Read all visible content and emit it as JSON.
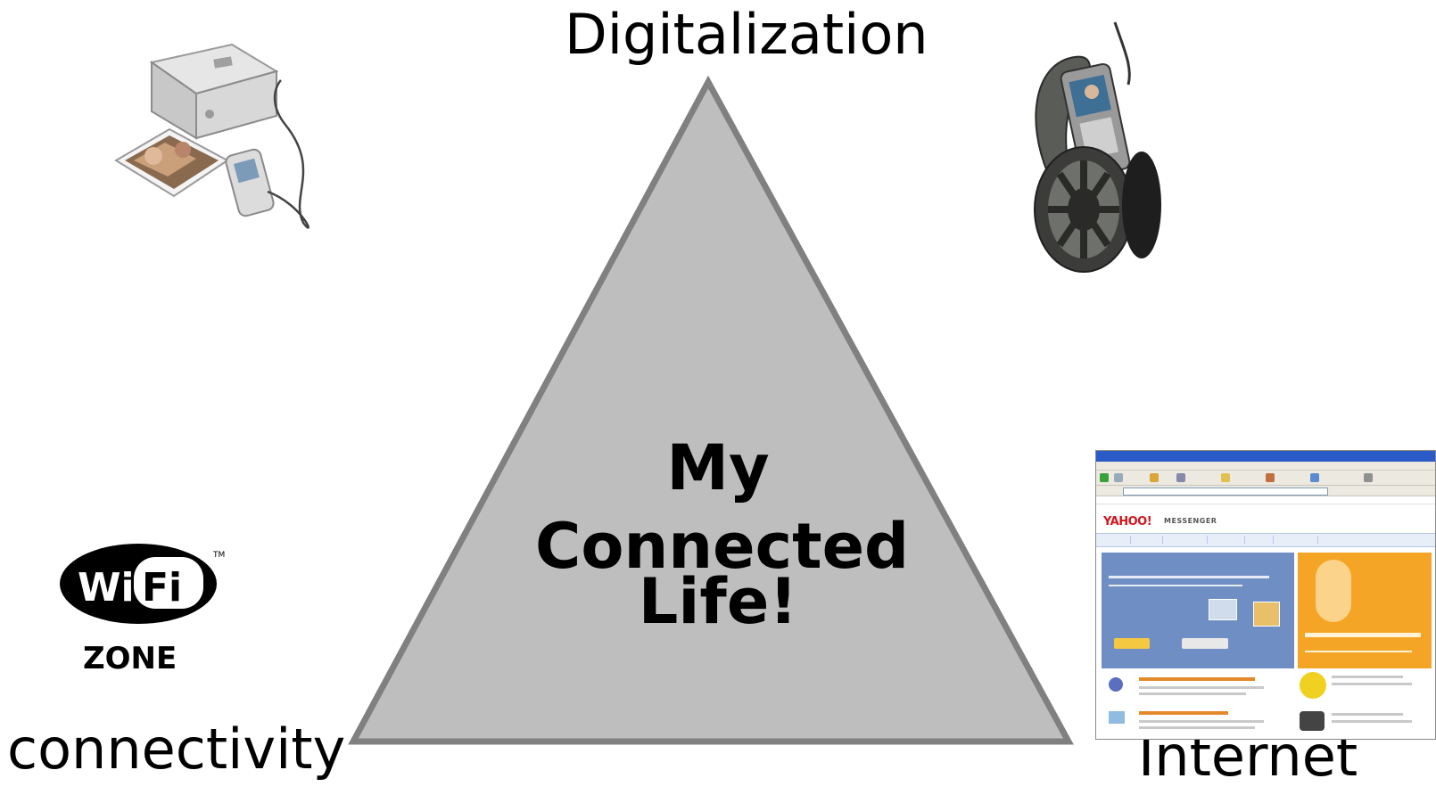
{
  "labels": {
    "top": "Digitalization",
    "left": "connectivity",
    "right": "Internet"
  },
  "center": {
    "line1": "My",
    "line2": "Connected",
    "line3": "Life!"
  },
  "wifi_logo": {
    "wi": "Wi",
    "fi": "Fi",
    "tm": "TM",
    "zone": "ZONE"
  },
  "browser": {
    "logo": "YAHOO!",
    "product": "MESSENGER"
  },
  "colors": {
    "triangle_fill": "#bebebe",
    "triangle_stroke": "#808080",
    "yahoo_red": "#d2161e",
    "promo_blue": "#6f8fc4",
    "promo_orange": "#f5a526"
  },
  "icons": {
    "printer": "photo-printer-with-phone-icon",
    "headphones": "headphones-with-phone-icon",
    "wifi": "wifi-zone-logo",
    "browser": "yahoo-messenger-webpage-screenshot"
  }
}
